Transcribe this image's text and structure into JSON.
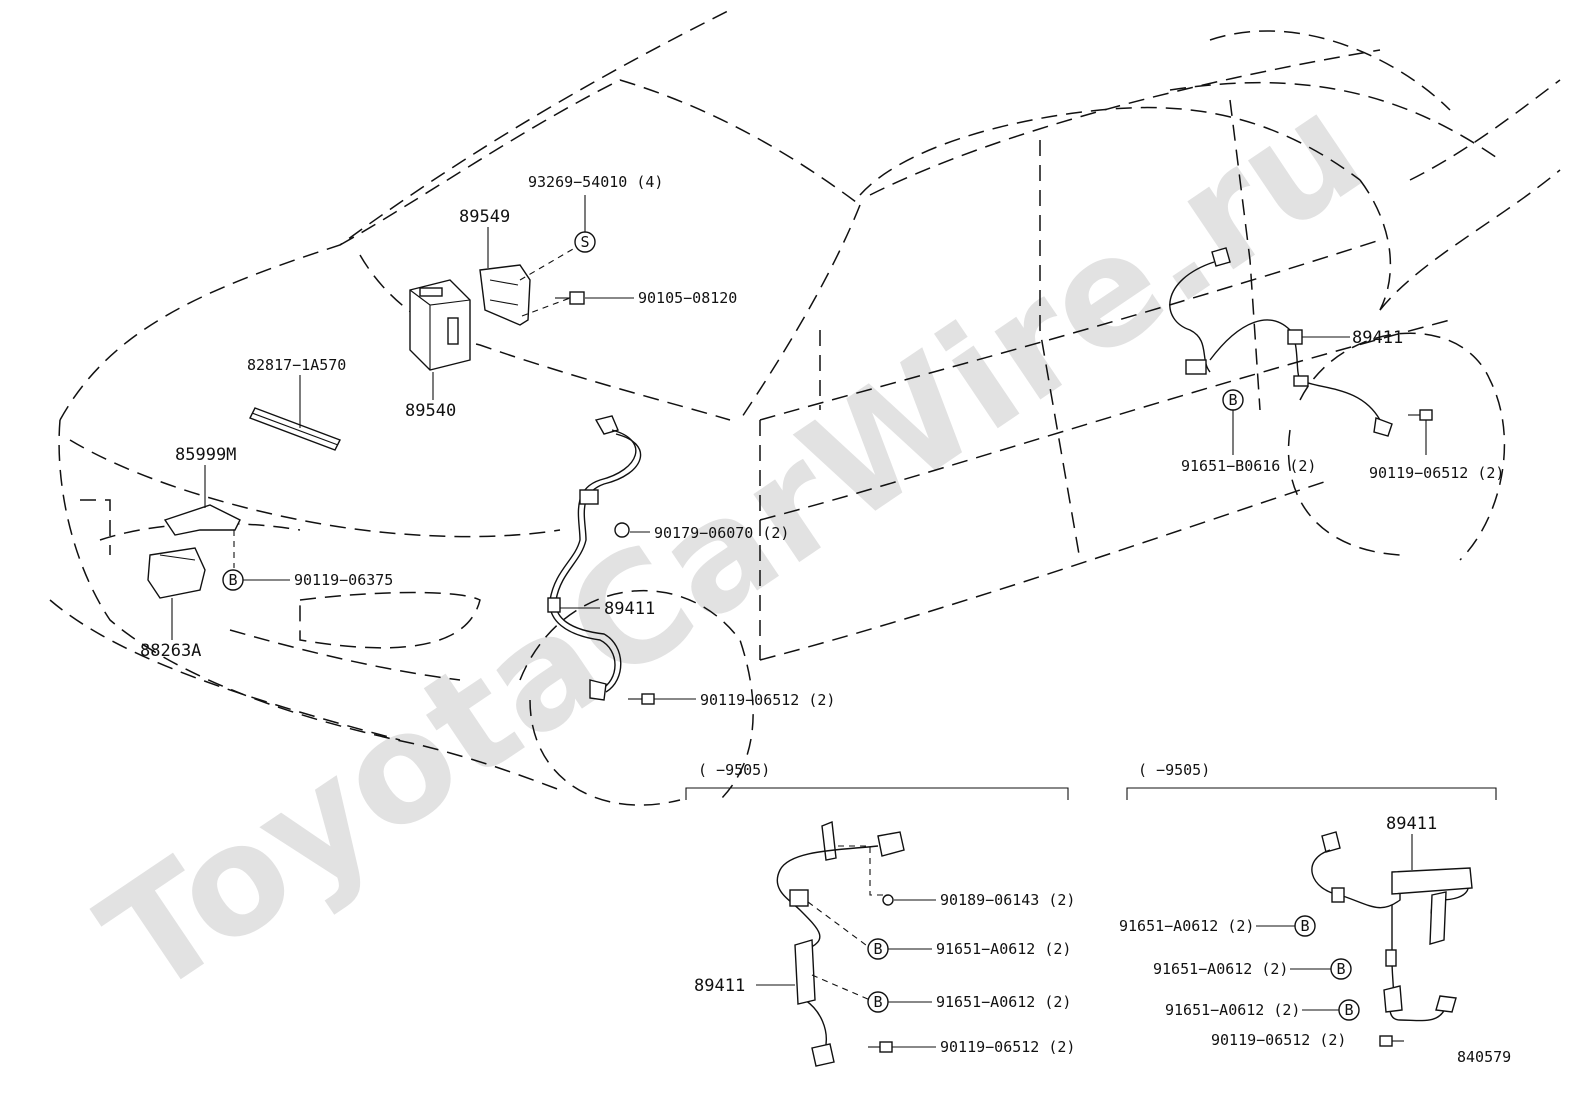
{
  "watermark": "ToyotaCarWire.ru",
  "drawing_number": "840579",
  "main_view": {
    "labels": {
      "bolt_93269": "93269−54010 (4)",
      "bracket_89549": "89549",
      "bolt_90105": "90105−08120",
      "ecu_89540": "89540",
      "strip_82817": "82817−1A570",
      "bracket_85999m": "85999M",
      "clip_90119_06375": "90119−06375",
      "connector_88263a": "88263A",
      "nut_90179": "90179−06070 (2)",
      "front_sensor_89411": "89411",
      "front_bolt_90119": "90119−06512 (2)",
      "rear_sensor_89411": "89411",
      "rear_clamp_91651": "91651−B0616 (2)",
      "rear_bolt_90119": "90119−06512 (2)"
    },
    "markers": {
      "s": "S",
      "b": "B"
    }
  },
  "inset_left": {
    "header": "(      −9505)",
    "labels": {
      "screw_90189": "90189−06143 (2)",
      "clamp_1": "91651−A0612 (2)",
      "sensor_89411": "89411",
      "clamp_2": "91651−A0612 (2)",
      "bolt_90119": "90119−06512 (2)"
    }
  },
  "inset_right": {
    "header": "(      −9505)",
    "labels": {
      "sensor_89411": "89411",
      "clamp_1": "91651−A0612 (2)",
      "clamp_2": "91651−A0612 (2)",
      "clamp_3": "91651−A0612 (2)",
      "bolt_90119": "90119−06512 (2)"
    }
  }
}
